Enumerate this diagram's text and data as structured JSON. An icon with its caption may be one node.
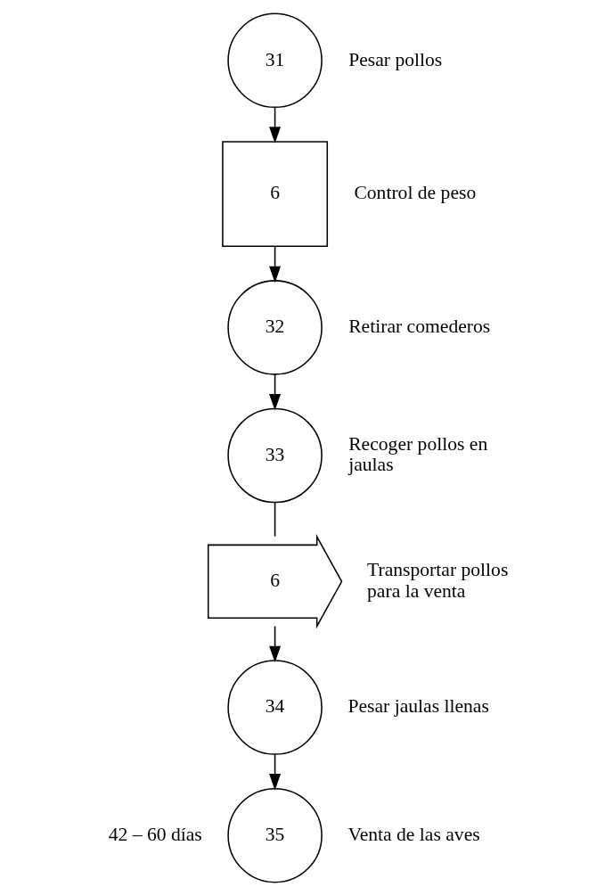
{
  "diagram": {
    "nodes": [
      {
        "text": [
          "31"
        ],
        "beside": [
          "Pesar pollos"
        ]
      },
      {
        "text": [
          "6"
        ],
        "beside": [
          "Control de peso"
        ]
      },
      {
        "text": [
          "32"
        ],
        "beside": [
          "Retirar comederos"
        ]
      },
      {
        "text": [
          "33"
        ],
        "beside": [
          "Recoger pollos en jaulas"
        ]
      },
      {
        "text": [
          "6"
        ],
        "beside": [
          "Transportar pollos para la venta"
        ]
      },
      {
        "text": [
          "34"
        ],
        "beside": [
          "Pesar jaulas llenas"
        ]
      },
      {
        "text": [
          "35"
        ],
        "beside": [
          "42 – 60 días",
          "Venta de las aves"
        ]
      }
    ],
    "edges": [
      {
        "from": 0,
        "to": 1,
        "arrow": "to"
      },
      {
        "from": 1,
        "to": 2,
        "arrow": "to"
      },
      {
        "from": 2,
        "to": 3,
        "arrow": "to"
      },
      {
        "from": 3,
        "to": 4,
        "arrow": "none"
      },
      {
        "from": 4,
        "to": 5,
        "arrow": "to"
      },
      {
        "from": 5,
        "to": 6,
        "arrow": "to"
      }
    ]
  }
}
